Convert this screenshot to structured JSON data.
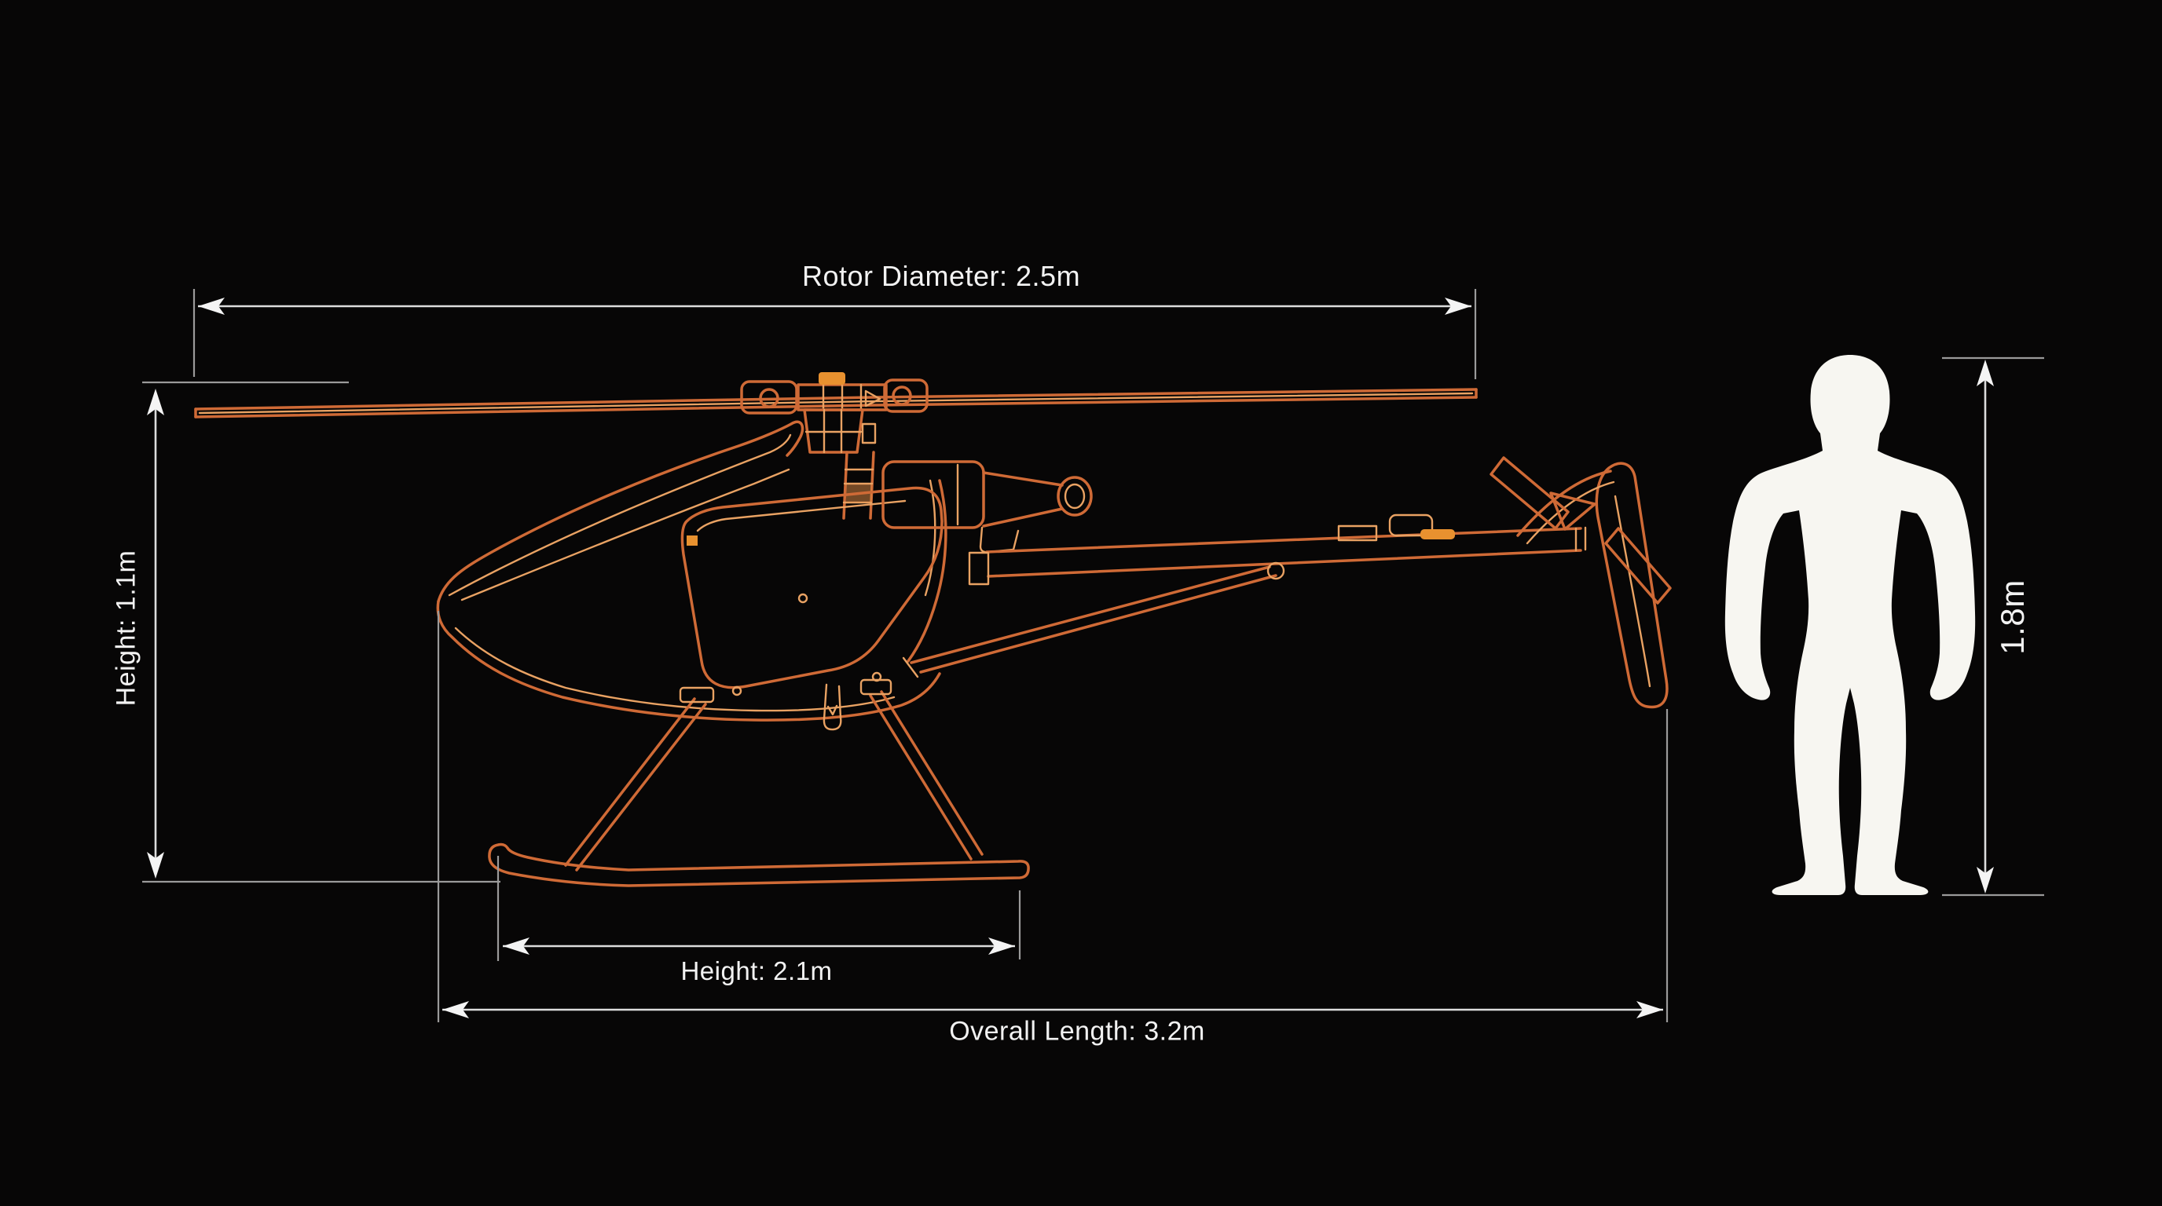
{
  "diagram": {
    "type": "dimension-diagram",
    "style": "orange line-art blueprint on black with white dimension annotations"
  },
  "annotations": {
    "rotor_diameter": {
      "label": "Rotor Diameter: 2.5m",
      "value": "2.5m"
    },
    "height_left": {
      "label": "Height: 1.1m",
      "value": "1.1m"
    },
    "skid": {
      "label": "Height: 2.1m",
      "value": "2.1m"
    },
    "overall_length": {
      "label": "Overall Length: 3.2m",
      "value": "3.2m"
    },
    "human_height": {
      "label": "1.8m",
      "value": "1.8m"
    }
  },
  "colors": {
    "background": "#070606",
    "line_art_orange": "#cf6a36",
    "line_art_light": "#e9a263",
    "line_art_bright": "#e8912f",
    "dimension_line": "#dcdcdc",
    "dimension_tick": "#9a9a9a",
    "dimension_arrow": "#f4f4f4",
    "dimension_text": "#f2f2f2",
    "silhouette_white": "#f7f6f1"
  }
}
